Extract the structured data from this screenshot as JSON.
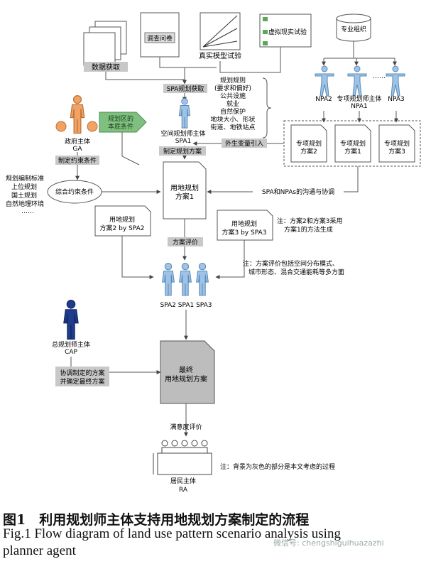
{
  "top": {
    "document_label": "数据获取",
    "questionnaire_label": "调查问卷",
    "simulation_label": "真实模型试验",
    "virtual_label": "虚拟现实试验",
    "expert_label": "专业组织"
  },
  "spa_get_label": "SPA规划获取",
  "planning_rules": [
    "规划规则",
    "(要求和偏好)",
    "公共设施",
    "就业",
    "自然保护",
    "地块大小、形状",
    "街道、地铁站点"
  ],
  "spa1_label": [
    "空间规划师主体",
    "SPA1"
  ],
  "npa": {
    "npa2": "NPA2",
    "npa1": [
      "专项规划师主体",
      "NPA1"
    ],
    "npa3": "NPA3",
    "dots": "……"
  },
  "special_plans": [
    [
      "专项规划",
      "方案2"
    ],
    [
      "专项规划",
      "方案1"
    ],
    [
      "专项规划",
      "方案3"
    ]
  ],
  "exogenous_label": "外生变量引入",
  "ga": [
    "政府主体",
    "GA"
  ],
  "constraint_label": "制定约束条件",
  "region_label": [
    "规划区的",
    "本底条件"
  ],
  "make_plan_label": "制定规划方案",
  "left_list": [
    "规划编制标准",
    "上位规划",
    "国土规划",
    "自然地理环境",
    "……"
  ],
  "combined_label": "综合约束条件",
  "plan1": [
    "用地规划",
    "方案1"
  ],
  "comm_label": "SPA和NPAs的沟通与协调",
  "plan2": [
    "用地规划",
    "方案2 by SPA2"
  ],
  "plan3": [
    "用地规划",
    "方案3 by SPA3"
  ],
  "note1": [
    "注：方案2和方案3采用",
    "方案1的方法生成"
  ],
  "eval_label": "方案评价",
  "note2": [
    "注：方案评价包括空间分布模式、",
    "城市形态、混合交通能耗等多方面"
  ],
  "spa_row": "SPA2  SPA1  SPA3",
  "cap": [
    "总规划师主体",
    "CAP"
  ],
  "coord_label": [
    "协调制定的方案",
    "并确定最终方案"
  ],
  "final_plan": [
    "最终",
    "用地规划方案"
  ],
  "satisfaction_label": "满意度评价",
  "note3": "注：背景为灰色的部分是本文考虑的过程",
  "ra": [
    "居民主体",
    "RA"
  ],
  "caption_cn": "图1　利用规划师主体支持用地规划方案制定的流程",
  "caption_en_1": "Fig.1 Flow diagram of land use pattern scenario analysis using",
  "caption_en_2": "planner agent",
  "watermark": "微信号: chengshiguihuazazhi",
  "colors": {
    "agent_blue": "#9ec3e6",
    "agent_dark": "#1f3b8c",
    "ga_orange": "#f2a262",
    "green_tag": "#5aa85a",
    "gray_box": "#c8c8c8"
  }
}
